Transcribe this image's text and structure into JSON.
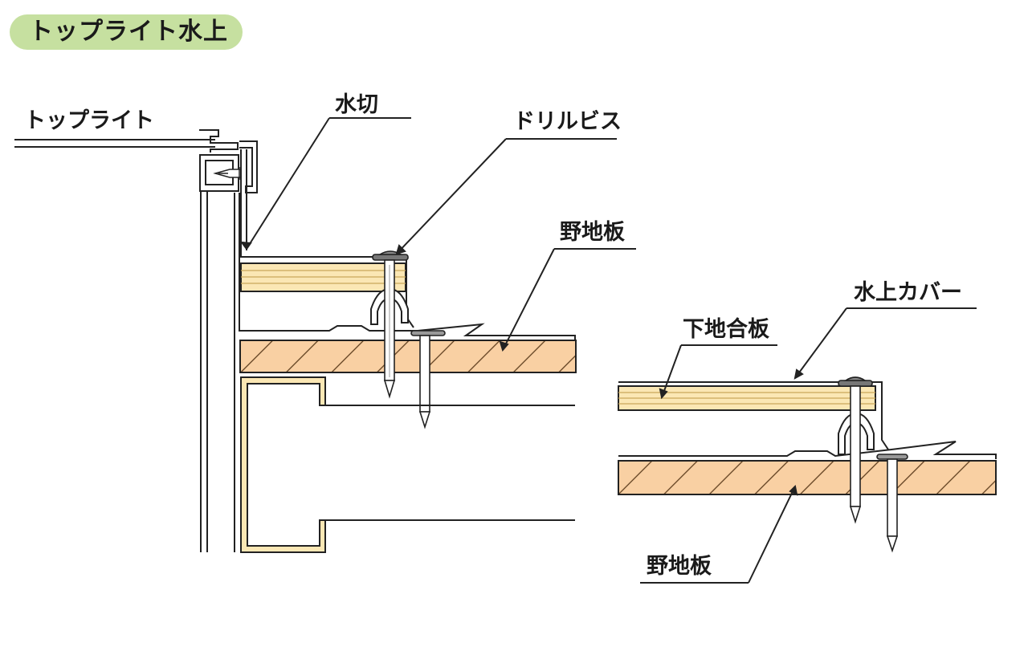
{
  "title": "トップライト水上",
  "colors": {
    "title_bg": "#c6e0a0",
    "wood_fill": "#f9d0a3",
    "plywood_fill": "#fbe7b4",
    "plywood_line": "#c9a75a",
    "line": "#222222"
  },
  "labels": {
    "toplight": "トップライト",
    "mizukiri": "水切",
    "drill_screw": "ドリルビス",
    "nojiita_left": "野地板",
    "mizukami_cover": "水上カバー",
    "shitaji_gouban": "下地合板",
    "nojiita_right": "野地板"
  }
}
